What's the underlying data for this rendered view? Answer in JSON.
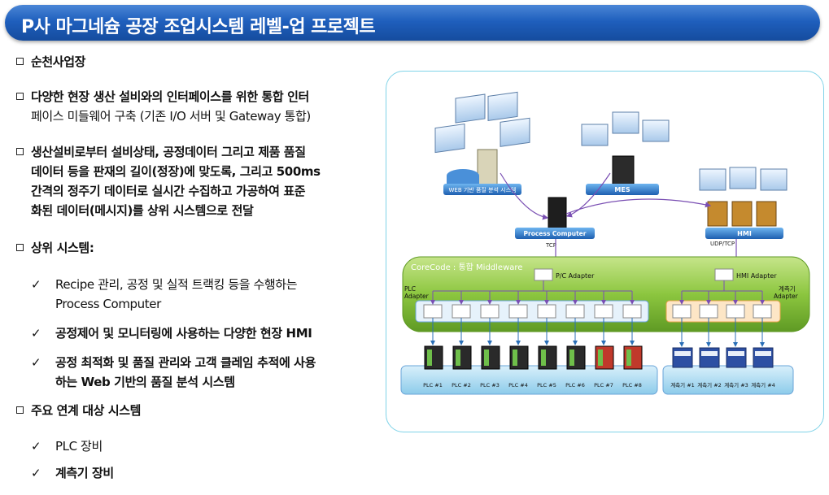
{
  "title": "P사 마그네슘 공장 조업시스템 레벨-업 프로젝트",
  "bullets": {
    "b1": "순천사업장",
    "b2_line1": "다양한 현장 생산 설비와의 인터페이스를 위한 통합 인터",
    "b2_line2": "페이스 미들웨어 구축 (기존 I/O 서버 및 Gateway 통합)",
    "b3_line1": "생산설비로부터 설비상태, 공정데이터 그리고 제품 품질",
    "b3_line2": "데이터 등을 판재의 길이(정장)에 맞도록, 그리고 500ms",
    "b3_line3": "간격의 정주기 데이터로 실시간 수집하고 가공하여 표준",
    "b3_line4": "화된 데이터(메시지)를 상위 시스템으로 전달",
    "b4": "상위 시스템:",
    "b5": "주요 연계 대상 시스템"
  },
  "checks": {
    "mark": "✓",
    "c1_line1": "Recipe 관리, 공정 및 실적 트랙킹 등을 수행하는",
    "c1_line2": "Process Computer",
    "c2": "공정제어 및 모니터링에 사용하는 다양한 현장 HMI",
    "c3_line1": "공정 최적화 및 품질 관리와 고객 클레임 추적에 사용",
    "c3_line2": "하는 Web 기반의 품질 분석 시스템",
    "c4": "PLC 장비",
    "c5": "계측기 장비"
  },
  "diagram": {
    "web_label": "WEB 기반 품질 분석 시스템",
    "mes_label": "MES",
    "pc_label": "Process Computer",
    "hmi_label": "HMI",
    "tcp": "TCP",
    "udp_tcp": "UDP/TCP",
    "corecode": "CoreCode : 통합 Middleware",
    "pc_adapter": "P/C Adapter",
    "hmi_adapter": "HMI Adapter",
    "plc_adapter_l1": "PLC",
    "plc_adapter_l2": "Adapter",
    "meter_adapter_l1": "계측기",
    "meter_adapter_l2": "Adapter",
    "plcs": [
      "PLC #1",
      "PLC #2",
      "PLC #3",
      "PLC #4",
      "PLC #5",
      "PLC #6",
      "PLC #7",
      "PLC #8"
    ],
    "meters": [
      "계측기 #1",
      "계측기 #2",
      "계측기 #3",
      "계측기 #4"
    ]
  },
  "colors": {
    "title_blue": "#1f5fbd",
    "panel_border": "#7fd3e8",
    "middleware_green": "#8cc63f",
    "base_blue": "#9fd3ee",
    "arrow_purple": "#7a4fb3"
  }
}
